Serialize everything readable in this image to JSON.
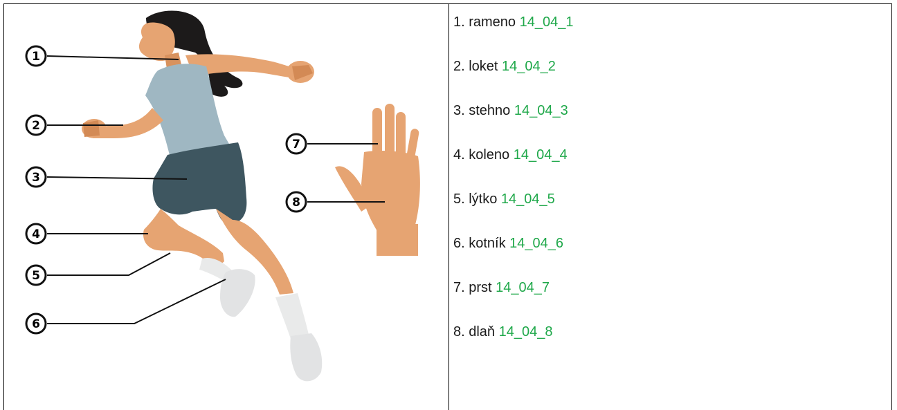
{
  "colors": {
    "code_green": "#1fa84a",
    "skin": "#e6a472",
    "shirt": "#9fb7c2",
    "shorts": "#3e5660",
    "hair": "#1c1a1a",
    "sock": "#e9eaea"
  },
  "callouts": [
    "1",
    "2",
    "3",
    "4",
    "5",
    "6",
    "7",
    "8"
  ],
  "legend": [
    {
      "label": "1. rameno",
      "code": "14_04_1"
    },
    {
      "label": "2. loket",
      "code": "14_04_2"
    },
    {
      "label": "3. stehno",
      "code": "14_04_3"
    },
    {
      "label": "4. koleno",
      "code": "14_04_4"
    },
    {
      "label": "5. lýtko",
      "code": "14_04_5"
    },
    {
      "label": "6. kotník",
      "code": "14_04_6"
    },
    {
      "label": "7. prst",
      "code": "14_04_7"
    },
    {
      "label": "8. dlaň",
      "code": "14_04_8"
    }
  ]
}
